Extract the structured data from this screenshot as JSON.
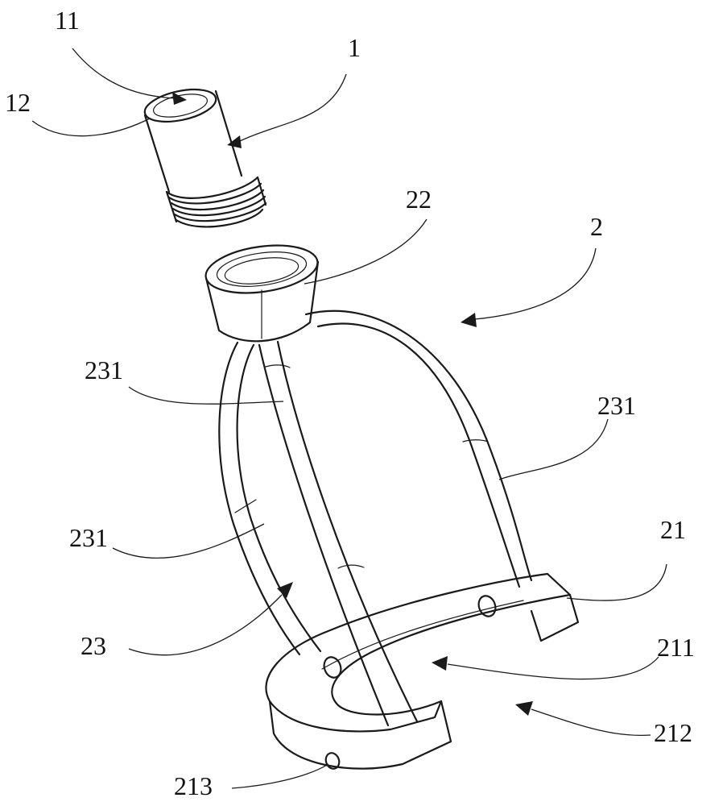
{
  "labels": {
    "l11": "11",
    "l12": "12",
    "l1": "1",
    "l22": "22",
    "l2": "2",
    "l231a": "231",
    "l231b": "231",
    "l231c": "231",
    "l21": "21",
    "l23": "23",
    "l211": "211",
    "l212": "212",
    "l213": "213"
  }
}
